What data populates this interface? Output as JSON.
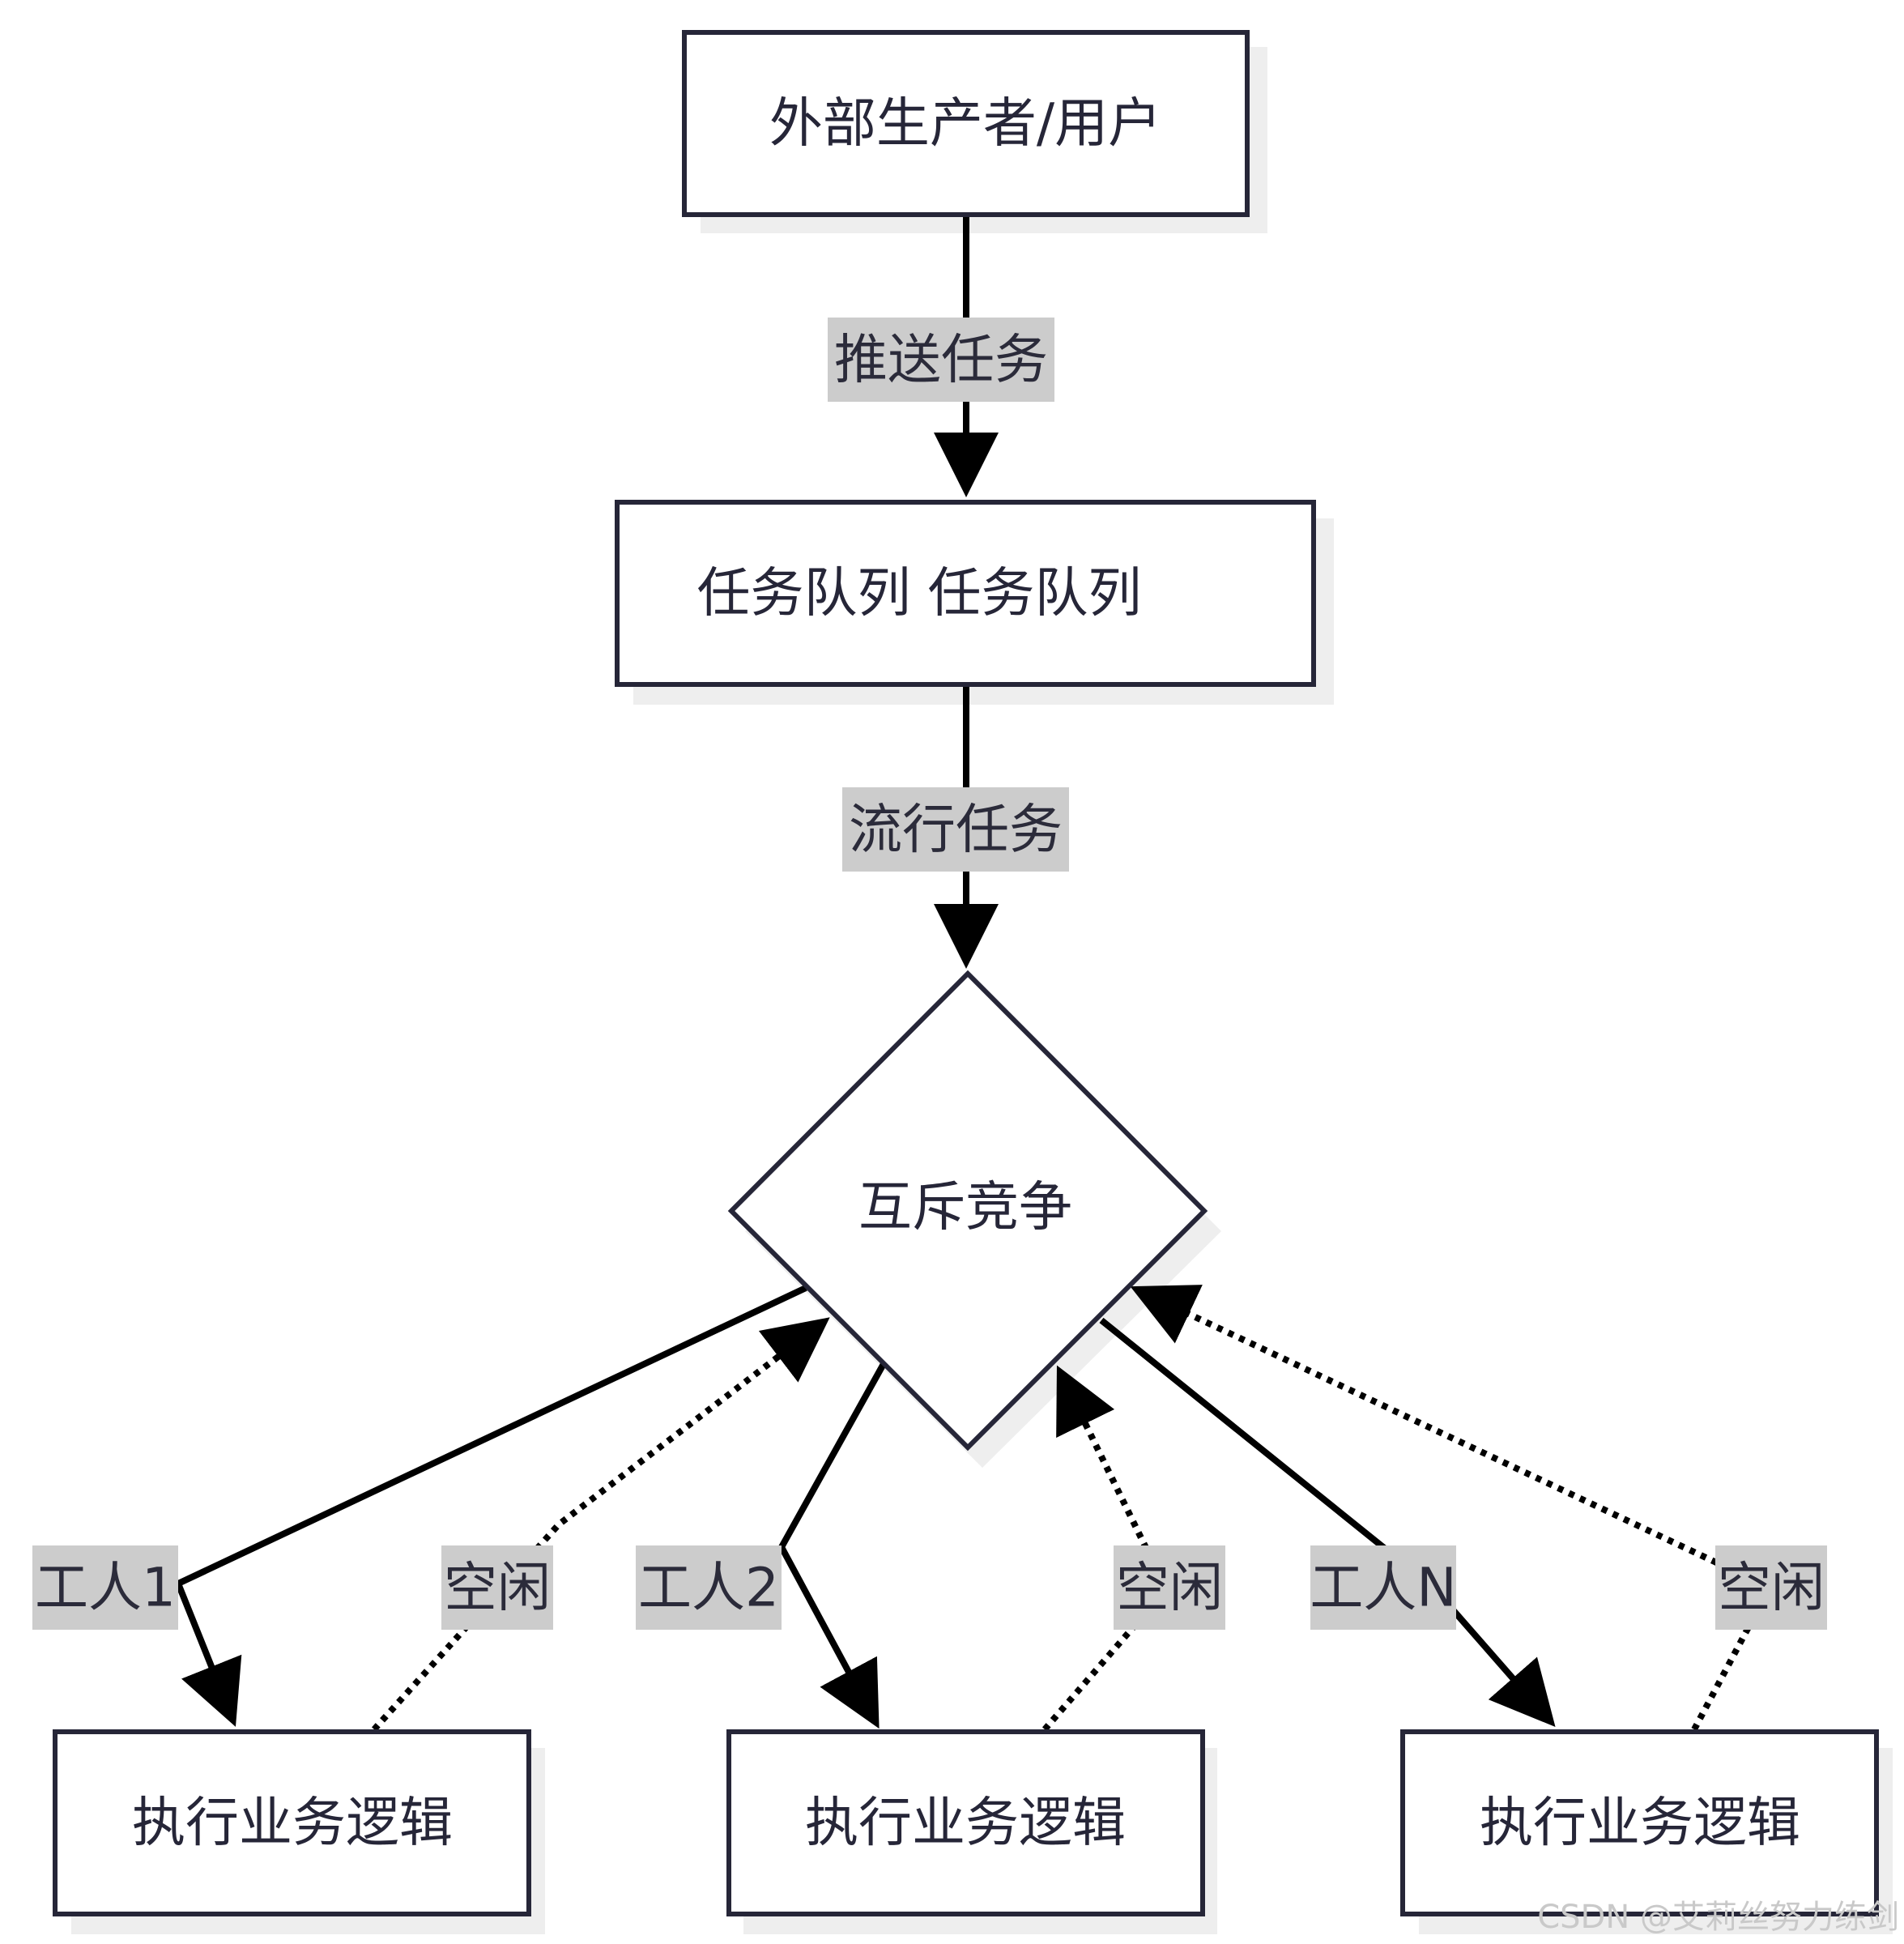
{
  "nodes": {
    "producer": "外部生产者/用户",
    "queue": "任务队列 任务队列",
    "mutex": "互斥竞争",
    "worker1_box": "执行业务逻辑",
    "worker2_box": "执行业务逻辑",
    "workerN_box": "执行业务逻辑"
  },
  "edges": {
    "push": "推送任务",
    "flow": "流行任务",
    "worker1": "工人1",
    "worker2": "工人2",
    "workerN": "工人N",
    "idle1": "空闲",
    "idle2": "空闲",
    "idleN": "空闲"
  },
  "watermark": "CSDN @艾莉丝努力练剑"
}
